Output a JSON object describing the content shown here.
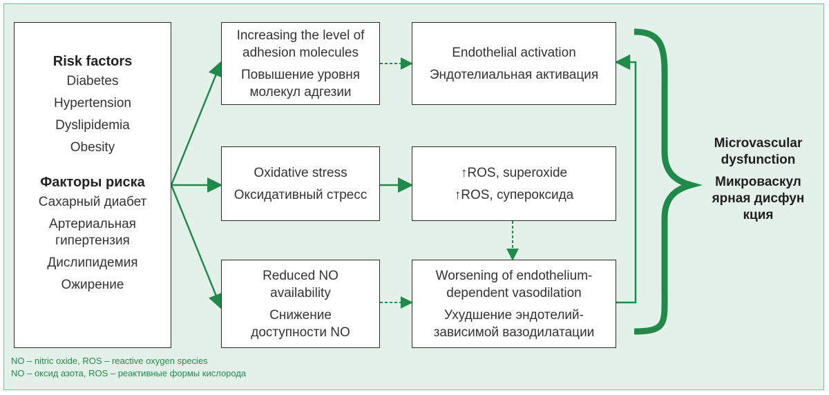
{
  "colors": {
    "arrow": "#1f8a4a",
    "background": "#e4f1e8",
    "box_border": "#2a2a2a"
  },
  "risk_factors": {
    "title_en": "Risk factors",
    "items_en": [
      "Diabetes",
      "Hypertension",
      "Dyslipidemia",
      "Obesity"
    ],
    "title_ru": "Факторы риска",
    "items_ru": [
      "Сахарный диабет",
      "Артериальная гипертензия",
      "Дислипидемия",
      "Ожирение"
    ]
  },
  "boxes": {
    "adhesion": {
      "en": "Increasing the level of adhesion molecules",
      "ru": "Повышение уровня молекул адгезии"
    },
    "oxidative": {
      "en": "Oxidative stress",
      "ru": "Оксидативный стресс"
    },
    "no": {
      "en": "Reduced NO availability",
      "ru": "Снижение доступности NO"
    },
    "endothelial": {
      "en": "Endothelial activation",
      "ru": "Эндотелиальная активация"
    },
    "ros": {
      "en": "↑ROS, superoxide",
      "ru": "↑ROS, супероксида"
    },
    "vasodilation": {
      "en": "Worsening of endothelium-dependent vasodilation",
      "ru": "Ухудшение эндотелий-зависимой вазодилатации"
    }
  },
  "outcome": {
    "en": "Microvascular dysfunction",
    "ru": "Микроваскулярная дисфункция"
  },
  "footnote": {
    "en": "NO – nitric oxide, ROS – reactive oxygen species",
    "ru": "NO – оксид азота, ROS – реактивные формы кислорода"
  }
}
